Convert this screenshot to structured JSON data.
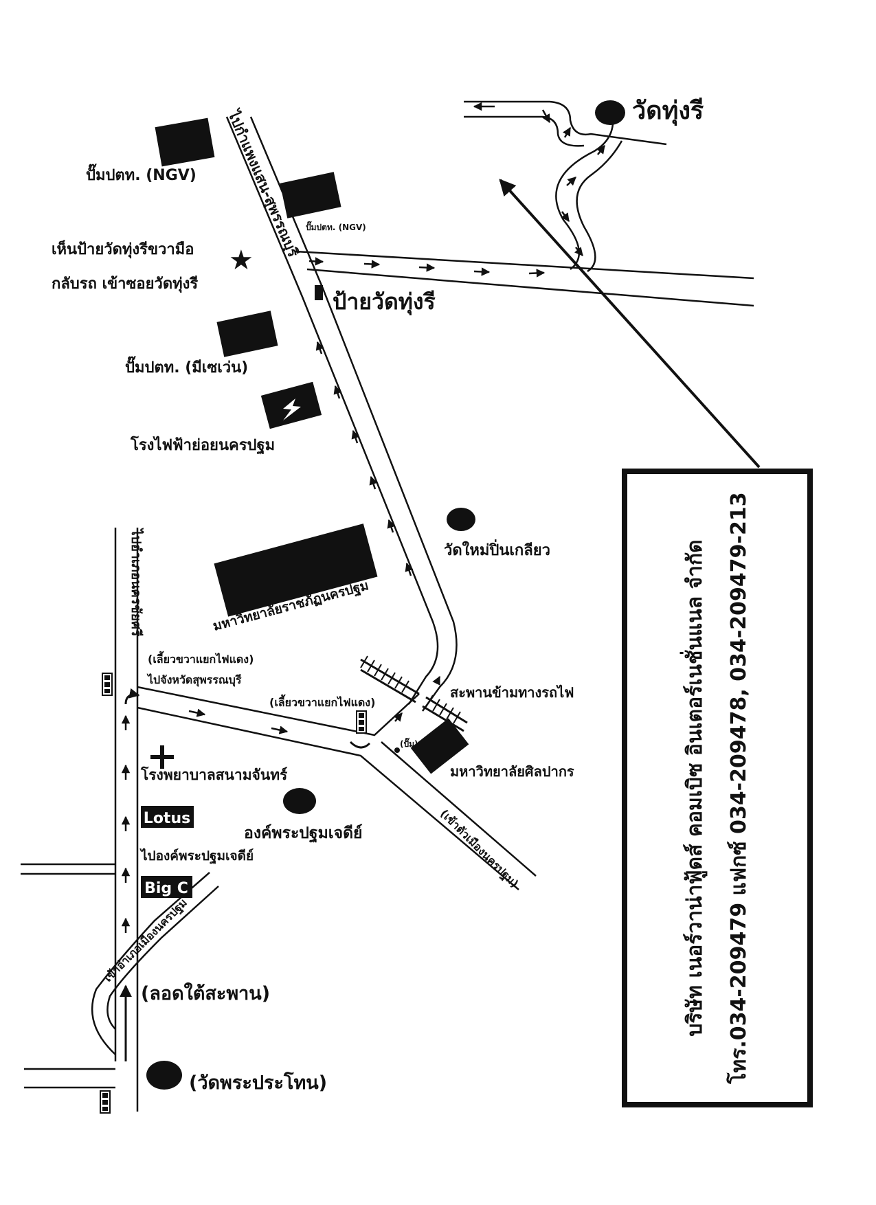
{
  "colors": {
    "ink": "#111111",
    "paper": "#ffffff",
    "road_fill": "#ffffff"
  },
  "labels": {
    "wat_thung_ri": "วัดทุ่งรี",
    "ptt_ngv_1": "ปั๊มปตท. (NGV)",
    "ptt_ngv_2": "ปั๊มปตท. (NGV)",
    "road_kamphaeng": "ไปกำแพงแสน-สุพรรณบุรี",
    "see_sign": "เห็นป้ายวัดทุ่งรีขวามือ",
    "u_turn": "กลับรถ เข้าซอยวัดทุ่งรี",
    "sign_wat": "ป้ายวัดทุ่งรี",
    "ptt_711": "ปั๊มปตท. (มีเซเว่น)",
    "power_station": "โรงไฟฟ้าย่อยนครปฐม",
    "wat_mai": "วัดใหม่ปิ่นเกลียว",
    "rajabhat": "มหาวิทยาลัยราชภัฏนครปฐม",
    "road_to_nakhon_chai_si": "ไปอำเภอนครชัยศรี",
    "turn_right_light_1": "(เลี้ยวขวาแยกไฟแดง)",
    "to_suphanburi": "ไปจังหวัดสุพรรณบุรี",
    "turn_right_light_2": "(เลี้ยวขวาแยกไฟแดง)",
    "rail_bridge": "สะพานข้ามทางรถไฟ",
    "pump_small": "(ปั๊ม)",
    "silpakorn": "มหาวิทยาลัยศิลปากร",
    "hospital": "โรงพยาบาลสนามจันทร์",
    "lotus": "Lotus",
    "chedi": "องค์พระปฐมเจดีย์",
    "to_chedi": "ไปองค์พระปฐมเจดีย์",
    "to_city": "(เข้าตัวเมืองนครปฐม)",
    "big_c": "Big C",
    "into_amphoe": "เข้าอำเภอเมืองนครปฐม",
    "under_bridge": "(ลอดใต้สะพาน)",
    "wat_phra_prathon": "(วัดพระประโทน)"
  },
  "company": {
    "name": "บริษัท เนอร์วาน่าฟู้ดส์ คอมเบิซ อินเตอร์เนชั่นแนล จำกัด",
    "contact": "โทร.034-209479 แฟกซ์ 034-209478, 034-209479-213"
  },
  "icons": {
    "star": "star-icon",
    "lightning": "lightning-icon",
    "cross": "hospital-cross-icon",
    "traffic_light": "traffic-light-icon",
    "arrow": "direction-arrow-icon"
  }
}
